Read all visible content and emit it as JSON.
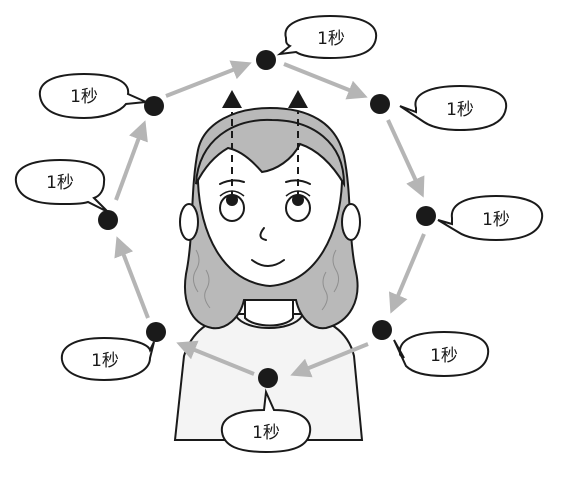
{
  "diagram": {
    "time_label": "1秒",
    "callout_count": 8,
    "colors": {
      "ink": "#1a1a1a",
      "arrow": "#b5b5b5",
      "hair": "#b9b9b9",
      "hair_shade": "#9a9a9a",
      "skin": "#ffffff",
      "shirt": "#f2f2f2",
      "callout_fill": "#ffffff"
    },
    "subject": "woman-looking-up",
    "points": [
      {
        "label": "1秒"
      },
      {
        "label": "1秒"
      },
      {
        "label": "1秒"
      },
      {
        "label": "1秒"
      },
      {
        "label": "1秒"
      },
      {
        "label": "1秒"
      },
      {
        "label": "1秒"
      },
      {
        "label": "1秒"
      }
    ]
  }
}
